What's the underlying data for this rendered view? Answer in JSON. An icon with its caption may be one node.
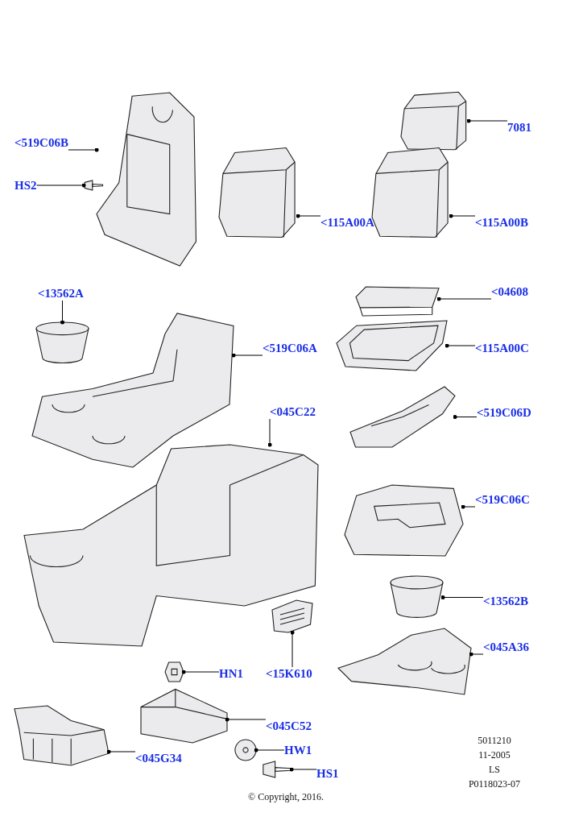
{
  "diagram": {
    "nodes": [
      {
        "text": [
          "<519C06B"
        ]
      },
      {
        "text": [],
        "shape": "picture"
      },
      {
        "text": [
          "HS2"
        ]
      },
      {
        "text": [],
        "shape": "picture"
      },
      {
        "text": [
          "7081"
        ]
      },
      {
        "text": [],
        "shape": "picture"
      },
      {
        "text": [
          "<115A00A"
        ]
      },
      {
        "text": [],
        "shape": "picture"
      },
      {
        "text": [
          "<115A00B"
        ]
      },
      {
        "text": [],
        "shape": "picture"
      },
      {
        "text": [
          "<13562A"
        ]
      },
      {
        "text": [],
        "shape": "picture"
      },
      {
        "text": [
          "<04608"
        ]
      },
      {
        "text": [],
        "shape": "picture"
      },
      {
        "text": [
          "<519C06A"
        ]
      },
      {
        "text": [],
        "shape": "picture"
      },
      {
        "text": [
          "<115A00C"
        ]
      },
      {
        "text": [],
        "shape": "picture"
      },
      {
        "text": [
          "<045C22"
        ]
      },
      {
        "text": [],
        "shape": "picture"
      },
      {
        "text": [
          "<519C06D"
        ]
      },
      {
        "text": [],
        "shape": "picture"
      },
      {
        "text": [
          "<519C06C"
        ]
      },
      {
        "text": [],
        "shape": "picture"
      },
      {
        "text": [
          "<13562B"
        ]
      },
      {
        "text": [],
        "shape": "picture"
      },
      {
        "text": [
          "<045A36"
        ]
      },
      {
        "text": [],
        "shape": "picture"
      },
      {
        "text": [
          "HN1"
        ]
      },
      {
        "text": [],
        "shape": "picture"
      },
      {
        "text": [
          "<15K610"
        ]
      },
      {
        "text": [],
        "shape": "picture"
      },
      {
        "text": [
          "<045C52"
        ]
      },
      {
        "text": [],
        "shape": "picture"
      },
      {
        "text": [
          "<045G34"
        ]
      },
      {
        "text": [],
        "shape": "picture"
      },
      {
        "text": [
          "HW1"
        ]
      },
      {
        "text": [],
        "shape": "picture"
      },
      {
        "text": [
          "HS1"
        ]
      },
      {
        "text": [],
        "shape": "picture"
      }
    ],
    "edges": [
      {
        "from": 0,
        "to": 1,
        "arrow": "other"
      },
      {
        "from": 2,
        "to": 3,
        "arrow": "other"
      },
      {
        "from": 4,
        "to": 5,
        "arrow": "other"
      },
      {
        "from": 6,
        "to": 7,
        "arrow": "other"
      },
      {
        "from": 8,
        "to": 9,
        "arrow": "other"
      },
      {
        "from": 10,
        "to": 11,
        "arrow": "other"
      },
      {
        "from": 12,
        "to": 13,
        "arrow": "other"
      },
      {
        "from": 14,
        "to": 15,
        "arrow": "other"
      },
      {
        "from": 16,
        "to": 17,
        "arrow": "other"
      },
      {
        "from": 18,
        "to": 19,
        "arrow": "other"
      },
      {
        "from": 20,
        "to": 21,
        "arrow": "other"
      },
      {
        "from": 22,
        "to": 23,
        "arrow": "other"
      },
      {
        "from": 24,
        "to": 25,
        "arrow": "other"
      },
      {
        "from": 26,
        "to": 27,
        "arrow": "other"
      },
      {
        "from": 28,
        "to": 29,
        "arrow": "other"
      },
      {
        "from": 30,
        "to": 31,
        "arrow": "other"
      },
      {
        "from": 32,
        "to": 33,
        "arrow": "other"
      },
      {
        "from": 34,
        "to": 35,
        "arrow": "other"
      },
      {
        "from": 36,
        "to": 37,
        "arrow": "other"
      },
      {
        "from": 38,
        "to": 39,
        "arrow": "other"
      }
    ],
    "labels": [
      "5011210",
      "11-2005",
      "LS",
      "P0118023-07",
      "© Copyright, 2016."
    ]
  }
}
